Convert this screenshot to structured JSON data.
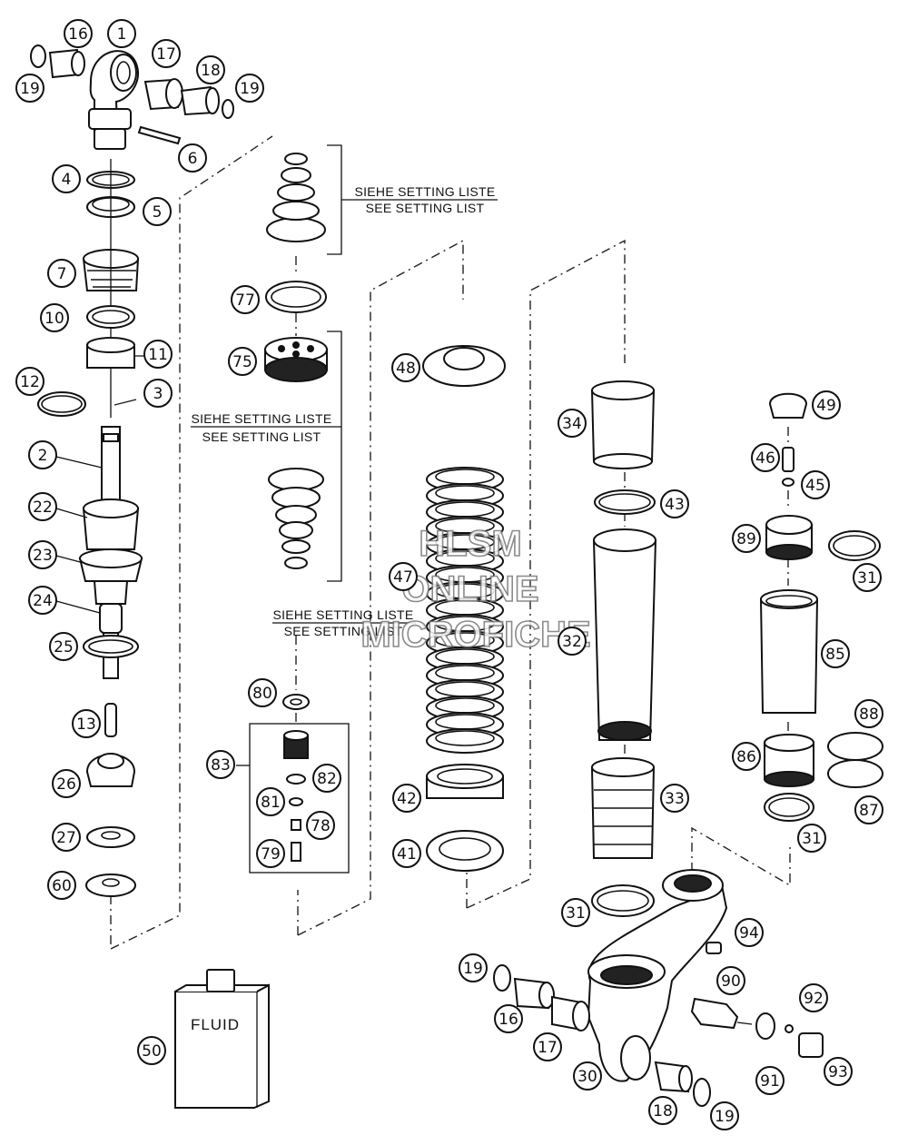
{
  "diagram": {
    "callouts": [
      "1",
      "2",
      "3",
      "4",
      "5",
      "6",
      "7",
      "10",
      "11",
      "12",
      "13",
      "16",
      "17",
      "18",
      "19",
      "22",
      "23",
      "24",
      "25",
      "26",
      "27",
      "30",
      "31",
      "32",
      "33",
      "34",
      "41",
      "42",
      "43",
      "45",
      "46",
      "47",
      "48",
      "49",
      "50",
      "60",
      "75",
      "77",
      "78",
      "79",
      "80",
      "81",
      "82",
      "83",
      "85",
      "86",
      "87",
      "88",
      "89",
      "90",
      "91",
      "92",
      "93",
      "94"
    ],
    "notes": {
      "top": {
        "de": "SIEHE SETTING LISTE",
        "en": "SEE SETTING LIST"
      },
      "middle": {
        "de": "SIEHE SETTING LISTE",
        "en": "SEE SETTING LIST"
      },
      "lower": {
        "de": "SIEHE SETTING LISTE",
        "en": "SEE SETTING LIST"
      }
    },
    "fluid_label": "FLUID",
    "watermark": [
      "HLSM",
      "ONLINE",
      "MICROFICHE"
    ]
  }
}
